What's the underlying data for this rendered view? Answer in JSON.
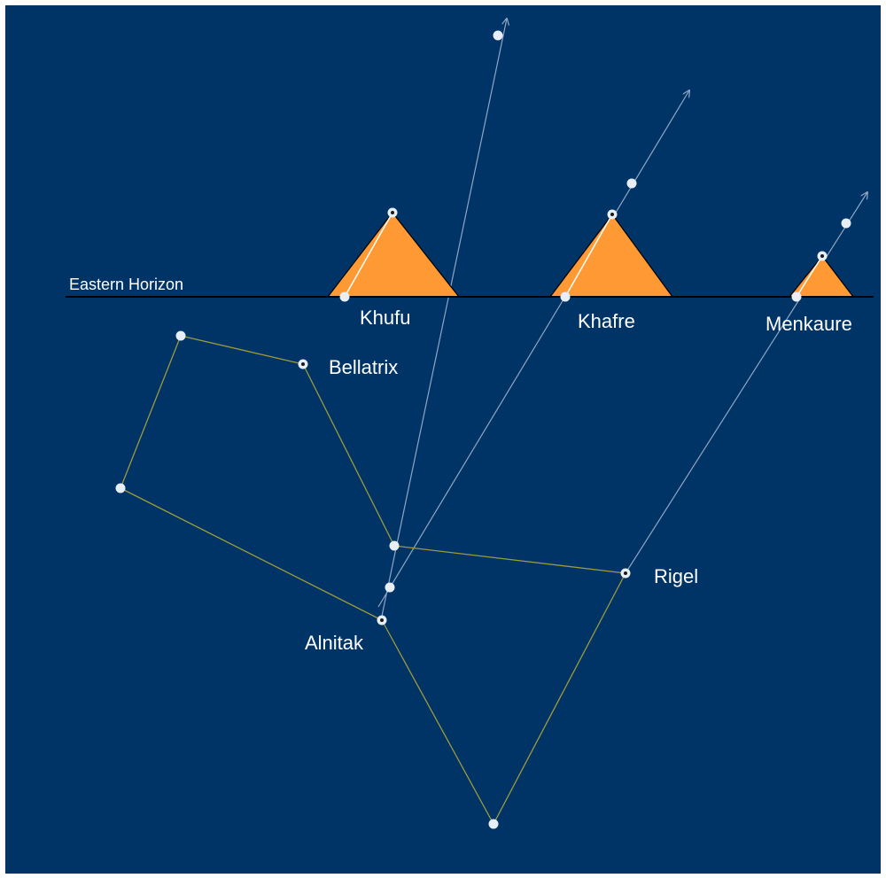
{
  "diagram": {
    "horizon_label": "Eastern Horizon",
    "pyramids": [
      {
        "id": "khufu",
        "label": "Khufu"
      },
      {
        "id": "khafre",
        "label": "Khafre"
      },
      {
        "id": "menkaure",
        "label": "Menkaure"
      }
    ],
    "stars": [
      {
        "id": "bellatrix",
        "label": "Bellatrix"
      },
      {
        "id": "rigel",
        "label": "Rigel"
      },
      {
        "id": "alnitak",
        "label": "Alnitak"
      }
    ],
    "colors": {
      "background": "#003366",
      "pyramid_fill": "#FF9933",
      "constellation_line": "#9C9C3C",
      "sight_line": "#8FA6C4",
      "star": "#E8EEF6",
      "horizon": "#000000",
      "text": "#FFFFFF"
    }
  }
}
